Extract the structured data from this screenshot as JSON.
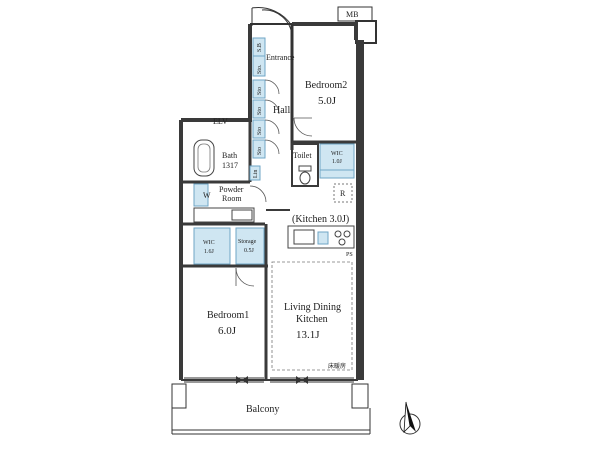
{
  "labels": {
    "mb": "MB",
    "elv": "ELV",
    "entrance": "Entrance",
    "bedroom2": "Bedroom2",
    "bedroom2_size": "5.0J",
    "hall": "Hall",
    "bath": "Bath",
    "bath_size": "1317",
    "toilet": "Toilet",
    "wic_top": "WIC",
    "wic_top_size": "1.0J",
    "r": "R",
    "w": "W",
    "powder_room_1": "Powder",
    "powder_room_2": "Room",
    "kitchen": "(Kitchen 3.0J)",
    "wic_left": "WIC",
    "wic_left_size": "1.6J",
    "storage": "Storage",
    "storage_size": "0.5J",
    "ps": "PS",
    "bedroom1": "Bedroom1",
    "bedroom1_size": "6.0J",
    "ldk_1": "Living Dining",
    "ldk_2": "Kitchen",
    "ldk_size": "13.1J",
    "floor_heating": "床暖房",
    "balcony": "Balcony",
    "sto": "Sto",
    "sto_ent": "Sto.",
    "lin": "Lin",
    "sb": "S.B"
  },
  "colors": {
    "wall": "#3a3a3a",
    "storage_fill": "#cfe6f2",
    "storage_stroke": "#6fa6c6",
    "line": "#555555"
  },
  "icons": {
    "compass": "north-arrow-icon"
  }
}
